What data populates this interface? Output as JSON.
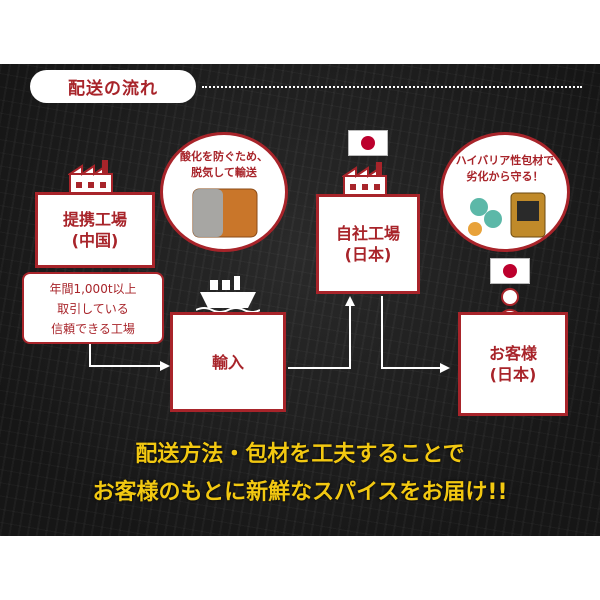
{
  "colors": {
    "accent": "#a8242a",
    "slogan": "#f2c811",
    "background": "#1b1b1b"
  },
  "header": {
    "title": "配送の流れ"
  },
  "nodes": {
    "partner_factory": {
      "line1": "提携工場",
      "line2": "(中国)"
    },
    "partner_note": {
      "line1": "年間1,000t以上",
      "line2": "取引している",
      "line3": "信頼できる工場"
    },
    "import": {
      "label": "輸入"
    },
    "own_factory": {
      "line1": "自社工場",
      "line2": "(日本)"
    },
    "customer": {
      "line1": "お客様",
      "line2": "(日本)"
    }
  },
  "bubbles": {
    "oxidation": {
      "line1": "酸化を防ぐため、",
      "line2": "脱気して輸送"
    },
    "barrier": {
      "line1": "ハイバリア性包材で",
      "line2": "劣化から守る！"
    }
  },
  "icons": [
    "factory-icon",
    "ship-icon",
    "person-icon",
    "japan-flag-icon",
    "spice-bag-icon"
  ],
  "slogan": {
    "line1": "配送方法・包材を工夫することで",
    "line2": "お客様のもとに新鮮なスパイスをお届け!!"
  }
}
